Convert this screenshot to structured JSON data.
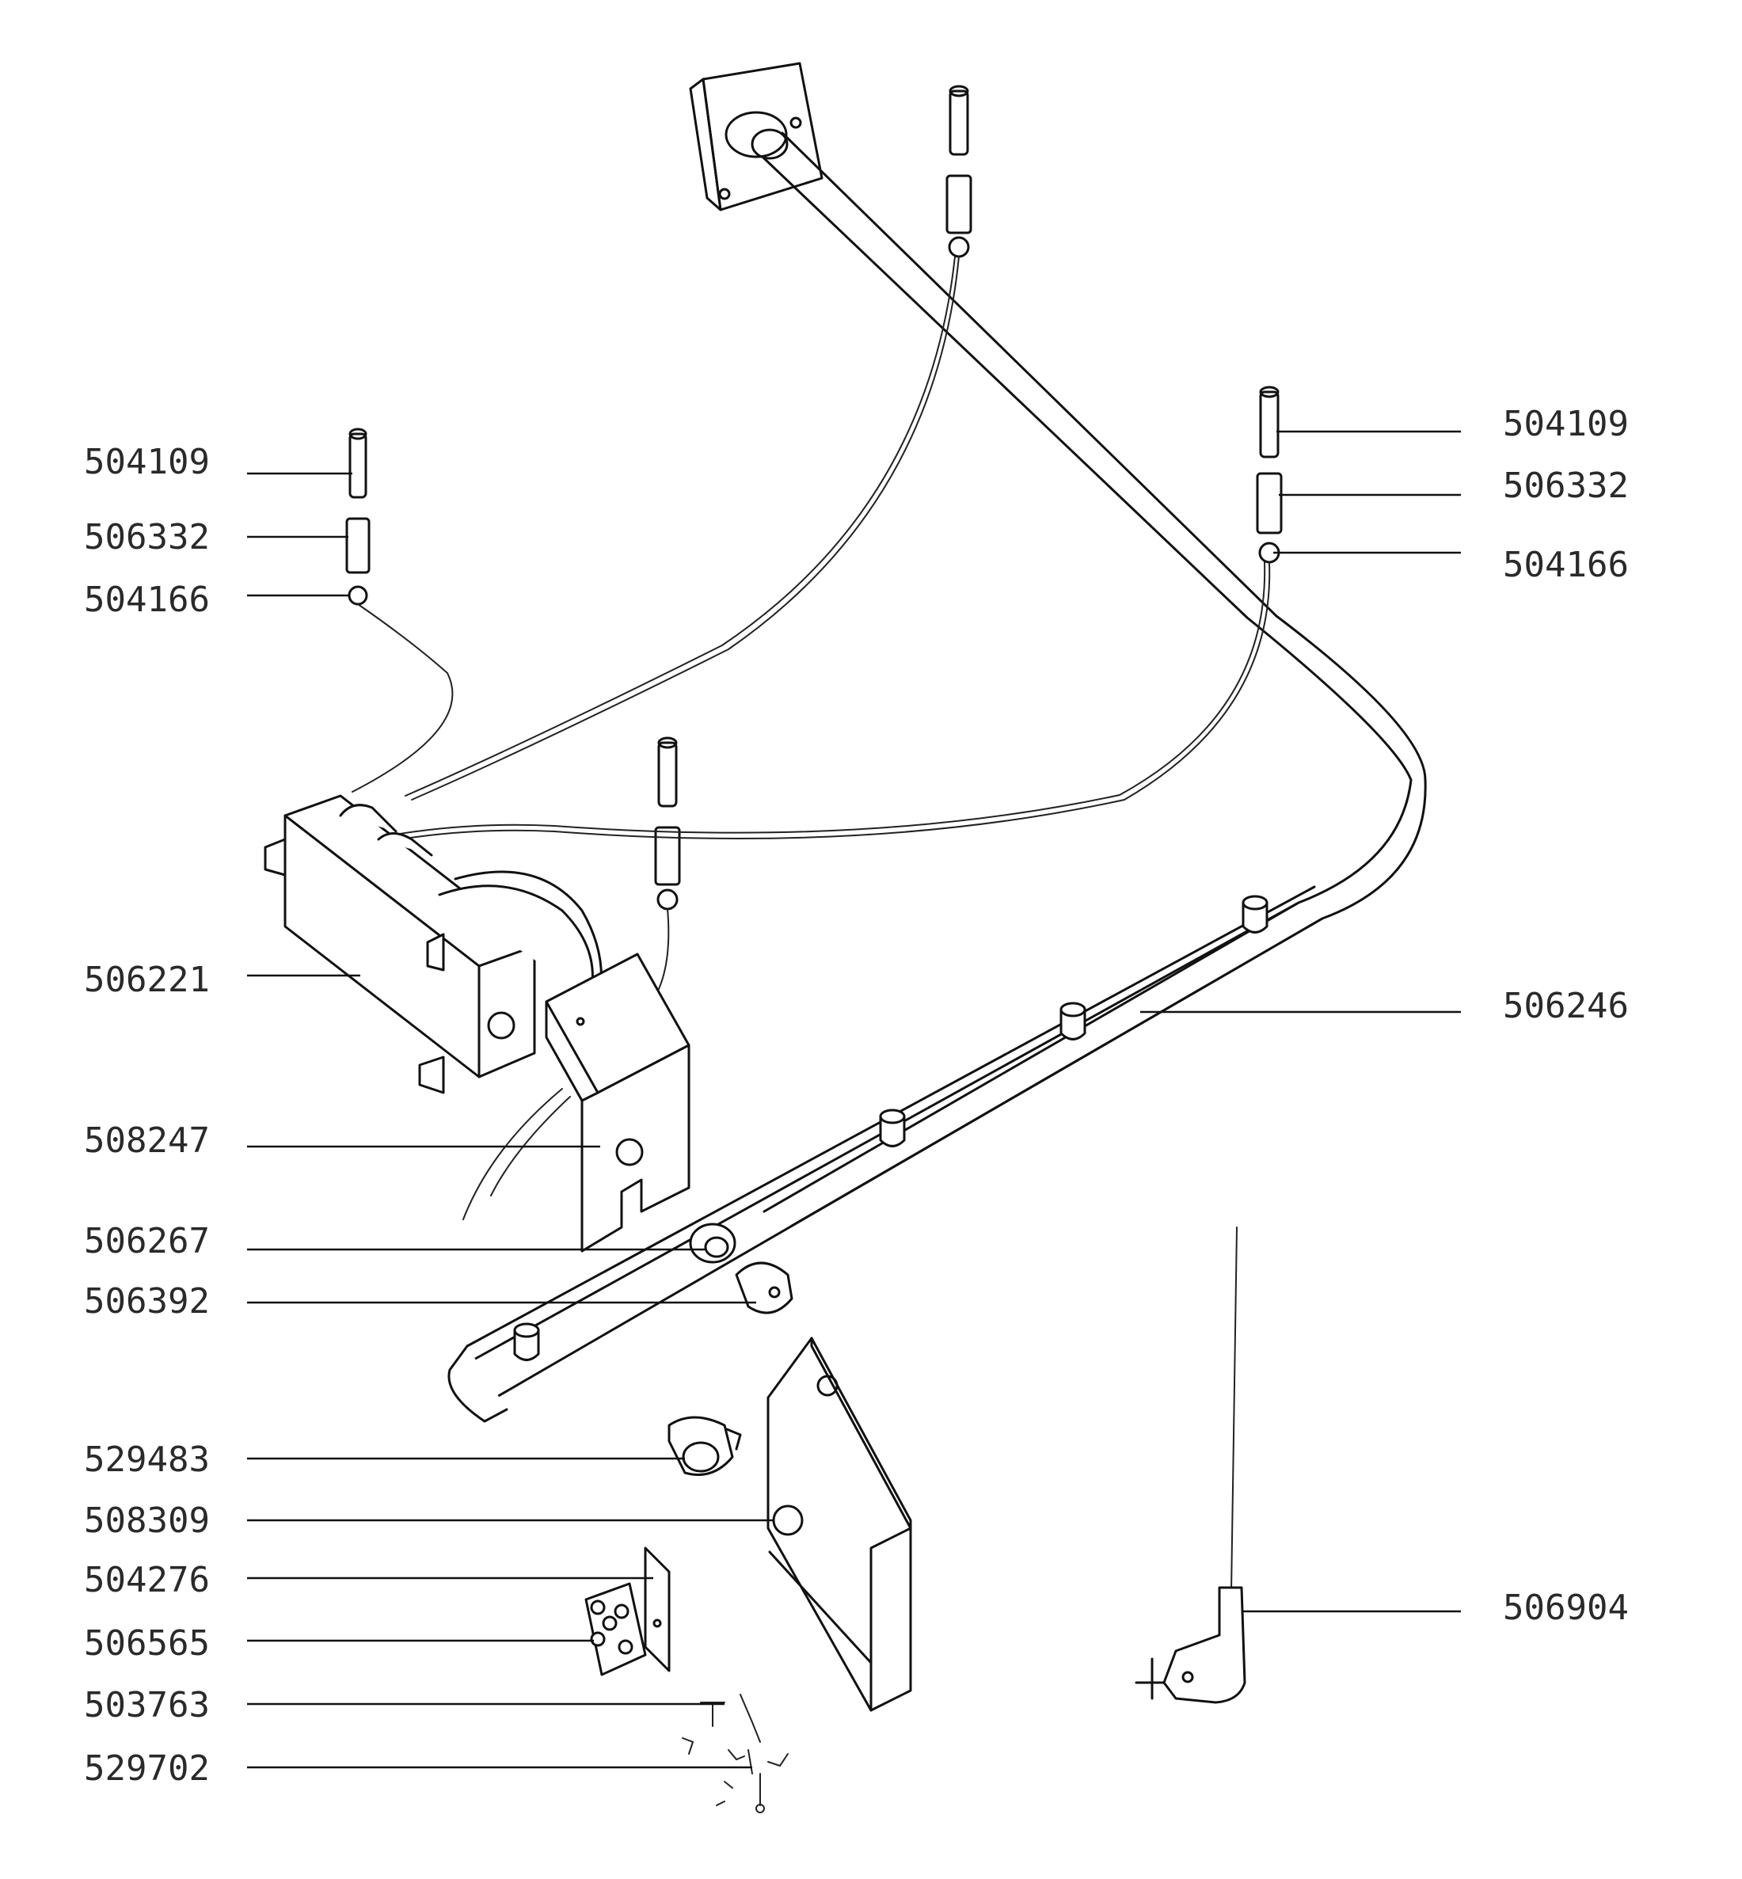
{
  "parts": {
    "left": [
      "504109",
      "506332",
      "504166",
      "506221",
      "508247",
      "506267",
      "506392",
      "529483",
      "508309",
      "504276",
      "506565",
      "503763",
      "529702"
    ],
    "right": [
      "504109",
      "506332",
      "504166",
      "506246",
      "506904"
    ]
  },
  "colors": {
    "ink": "#111111",
    "label": "#2a2a2a",
    "background": "#ffffff"
  }
}
